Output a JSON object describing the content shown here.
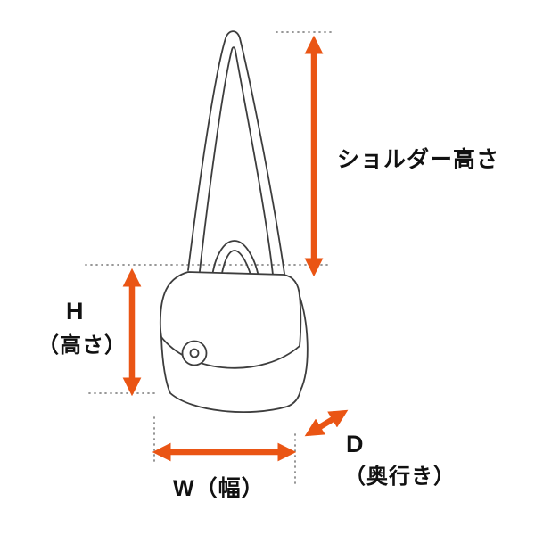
{
  "diagram": {
    "labels": {
      "shoulder_height": "ショルダー高さ",
      "height": "H",
      "height_sub": "（高さ）",
      "width": "W（幅）",
      "depth": "D",
      "depth_sub": "（奥行き）"
    },
    "colors": {
      "arrow": "#ea5514",
      "outline": "#3d3d3d",
      "guide": "#8a8a8a",
      "text": "#111111",
      "background": "#ffffff"
    }
  }
}
